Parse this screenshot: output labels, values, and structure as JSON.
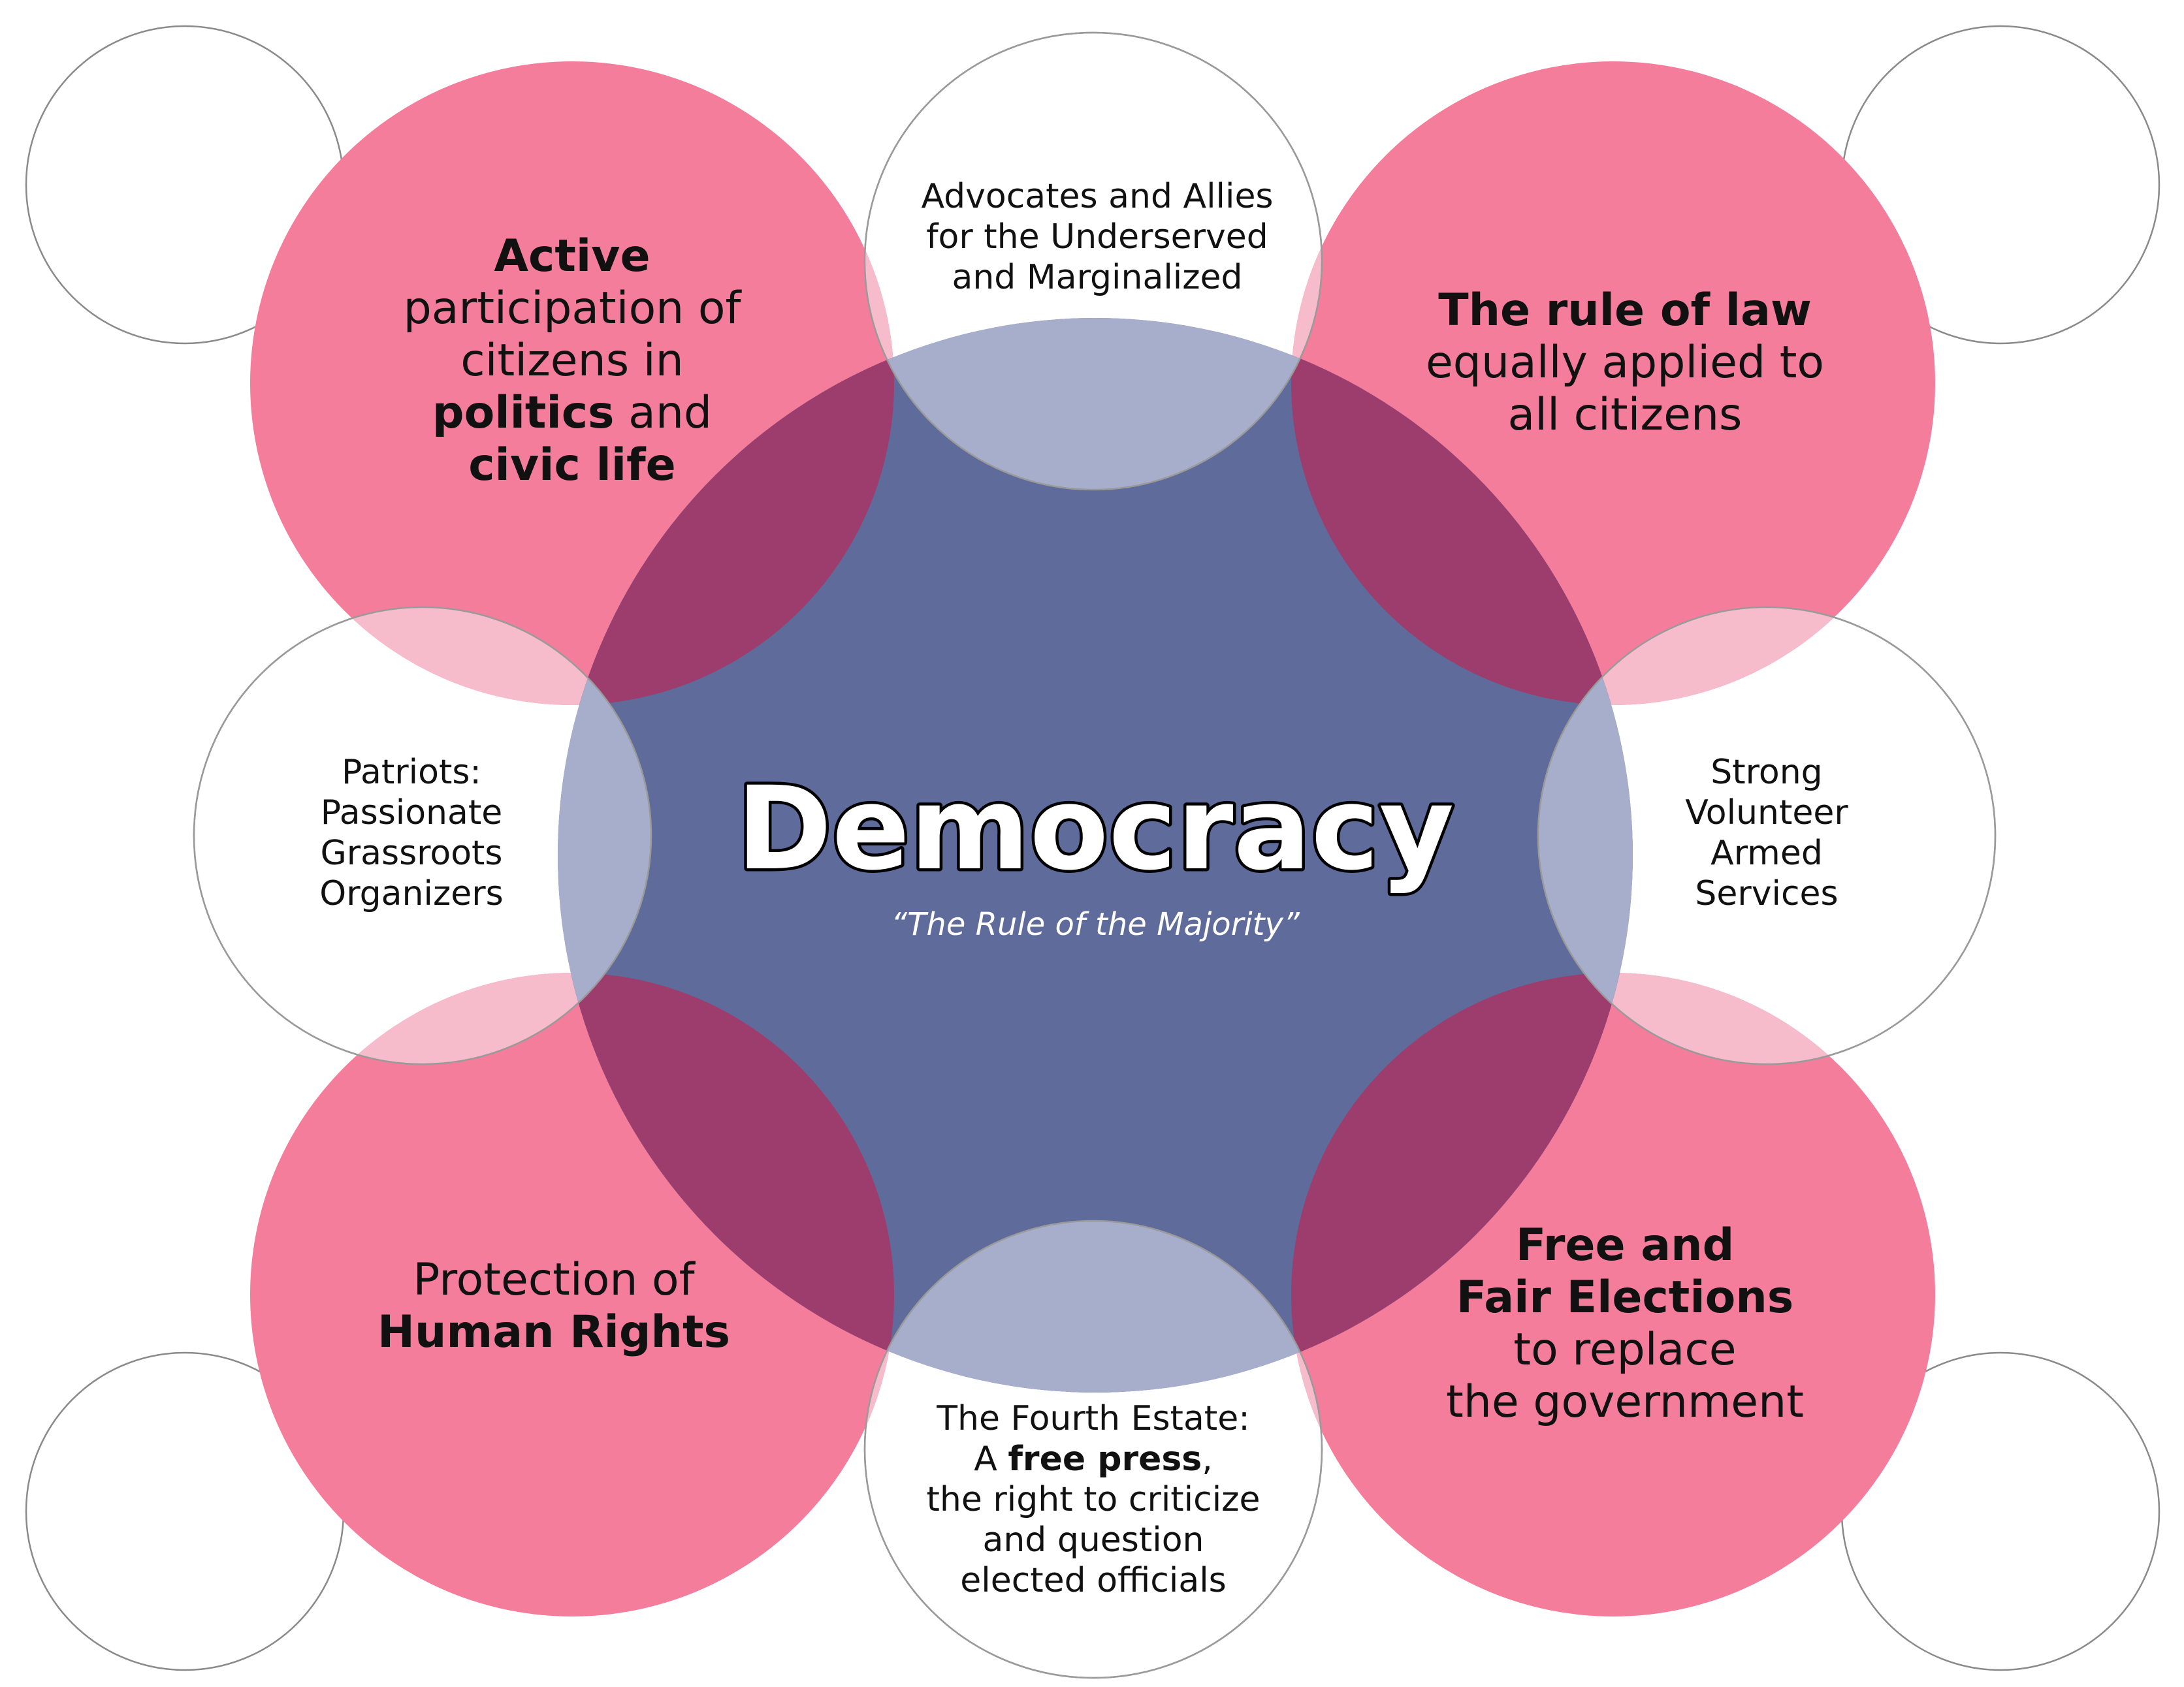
{
  "colors": {
    "center": "#5f6b9a",
    "pink": "#f37d9a",
    "white_circle_fill": "#ffffff",
    "white_circle_stroke": "#9a9a9a",
    "overlap_pink_white": "#f7bccb",
    "overlap_pink_center": "#9c3d6e",
    "overlap_white_center": "#a7aecb"
  },
  "center": {
    "title": "Democracy",
    "subtitle": "“The Rule of the Majority”"
  },
  "pink_circles": {
    "top_left": {
      "lines": [
        [
          {
            "text": "Active",
            "bold": true
          }
        ],
        [
          {
            "text": "participation of",
            "bold": false
          }
        ],
        [
          {
            "text": "citizens in",
            "bold": false
          }
        ],
        [
          {
            "text": "politics",
            "bold": true
          },
          {
            "text": " and",
            "bold": false
          }
        ],
        [
          {
            "text": "civic life",
            "bold": true
          }
        ]
      ]
    },
    "top_right": {
      "lines": [
        [
          {
            "text": "The rule of law",
            "bold": true
          }
        ],
        [
          {
            "text": "equally applied to",
            "bold": false
          }
        ],
        [
          {
            "text": "all citizens",
            "bold": false
          }
        ]
      ]
    },
    "bottom_left": {
      "lines": [
        [
          {
            "text": "Protection of",
            "bold": false
          }
        ],
        [
          {
            "text": "Human Rights",
            "bold": true
          }
        ]
      ]
    },
    "bottom_right": {
      "lines": [
        [
          {
            "text": "Free and",
            "bold": true
          }
        ],
        [
          {
            "text": "Fair Elections",
            "bold": true
          }
        ],
        [
          {
            "text": "to replace",
            "bold": false
          }
        ],
        [
          {
            "text": "the government",
            "bold": false
          }
        ]
      ]
    }
  },
  "white_circles": {
    "top": {
      "lines": [
        [
          {
            "text": "Advocates and Allies",
            "bold": false
          }
        ],
        [
          {
            "text": "for the Underserved",
            "bold": false
          }
        ],
        [
          {
            "text": "and Marginalized",
            "bold": false
          }
        ]
      ]
    },
    "left": {
      "lines": [
        [
          {
            "text": "Patriots:",
            "bold": false
          }
        ],
        [
          {
            "text": "Passionate",
            "bold": false
          }
        ],
        [
          {
            "text": "Grassroots",
            "bold": false
          }
        ],
        [
          {
            "text": "Organizers",
            "bold": false
          }
        ]
      ]
    },
    "right": {
      "lines": [
        [
          {
            "text": "Strong",
            "bold": false
          }
        ],
        [
          {
            "text": "Volunteer",
            "bold": false
          }
        ],
        [
          {
            "text": "Armed",
            "bold": false
          }
        ],
        [
          {
            "text": "Services",
            "bold": false
          }
        ]
      ]
    },
    "bottom": {
      "lines": [
        [
          {
            "text": "The Fourth Estate:",
            "bold": false
          }
        ],
        [
          {
            "text": "A ",
            "bold": false
          },
          {
            "text": "free press",
            "bold": true
          },
          {
            "text": ",",
            "bold": false
          }
        ],
        [
          {
            "text": "the right to criticize",
            "bold": false
          }
        ],
        [
          {
            "text": "and question",
            "bold": false
          }
        ],
        [
          {
            "text": "elected officials",
            "bold": false
          }
        ]
      ]
    }
  }
}
